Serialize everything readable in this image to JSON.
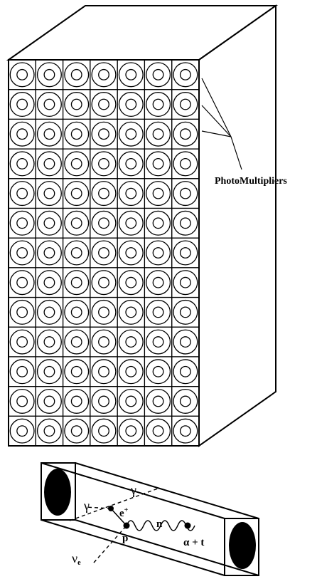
{
  "detector": {
    "rows": 13,
    "columns": 7,
    "pmt_label": "PhotoMultipliers"
  },
  "cell": {
    "labels": {
      "gamma_left": "γ",
      "gamma_top": "γ",
      "positron": "e",
      "positron_charge": "+",
      "neutron": "n",
      "proton": "p",
      "alpha_triton": "α + t",
      "neutrino": "ν",
      "neutrino_flavor": "e"
    }
  }
}
